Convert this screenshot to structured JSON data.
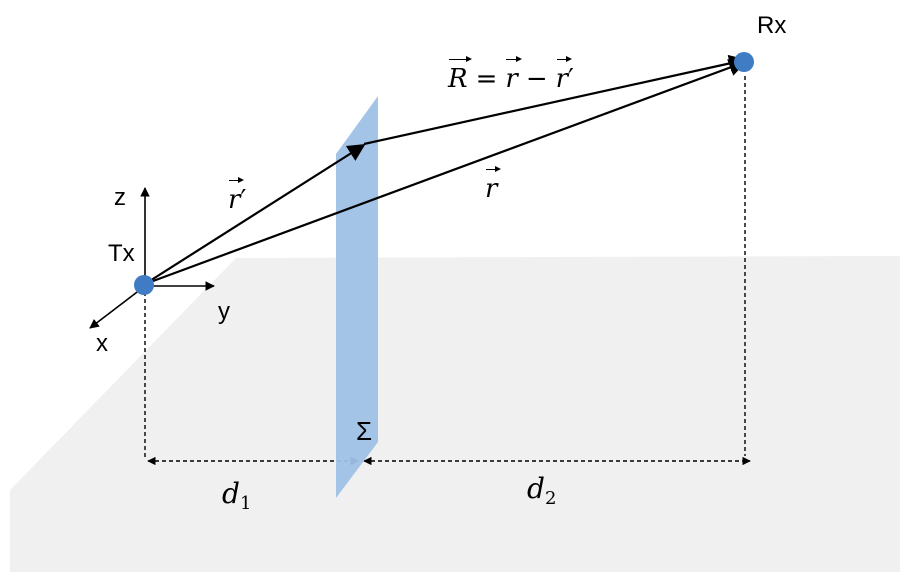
{
  "diagram": {
    "tx_label": "Tx",
    "rx_label": "Rx",
    "axes": {
      "z": "z",
      "y": "y",
      "x": "x"
    },
    "surface_label": "Σ",
    "vectors": {
      "r_prime": {
        "symbol": "r",
        "prime": "′"
      },
      "r": {
        "symbol": "r"
      },
      "R": {
        "symbol": "R",
        "equals": "=",
        "minus": "−",
        "r1": "r",
        "r2": "r",
        "prime": "′"
      }
    },
    "distances": {
      "d1": {
        "symbol": "d",
        "sub": "1"
      },
      "d2": {
        "symbol": "d",
        "sub": "2"
      }
    },
    "colors": {
      "ground": "#f0f0f0",
      "surface": "#9ec0e6",
      "antenna": "#3f7cc4",
      "lines": "#000000"
    }
  }
}
